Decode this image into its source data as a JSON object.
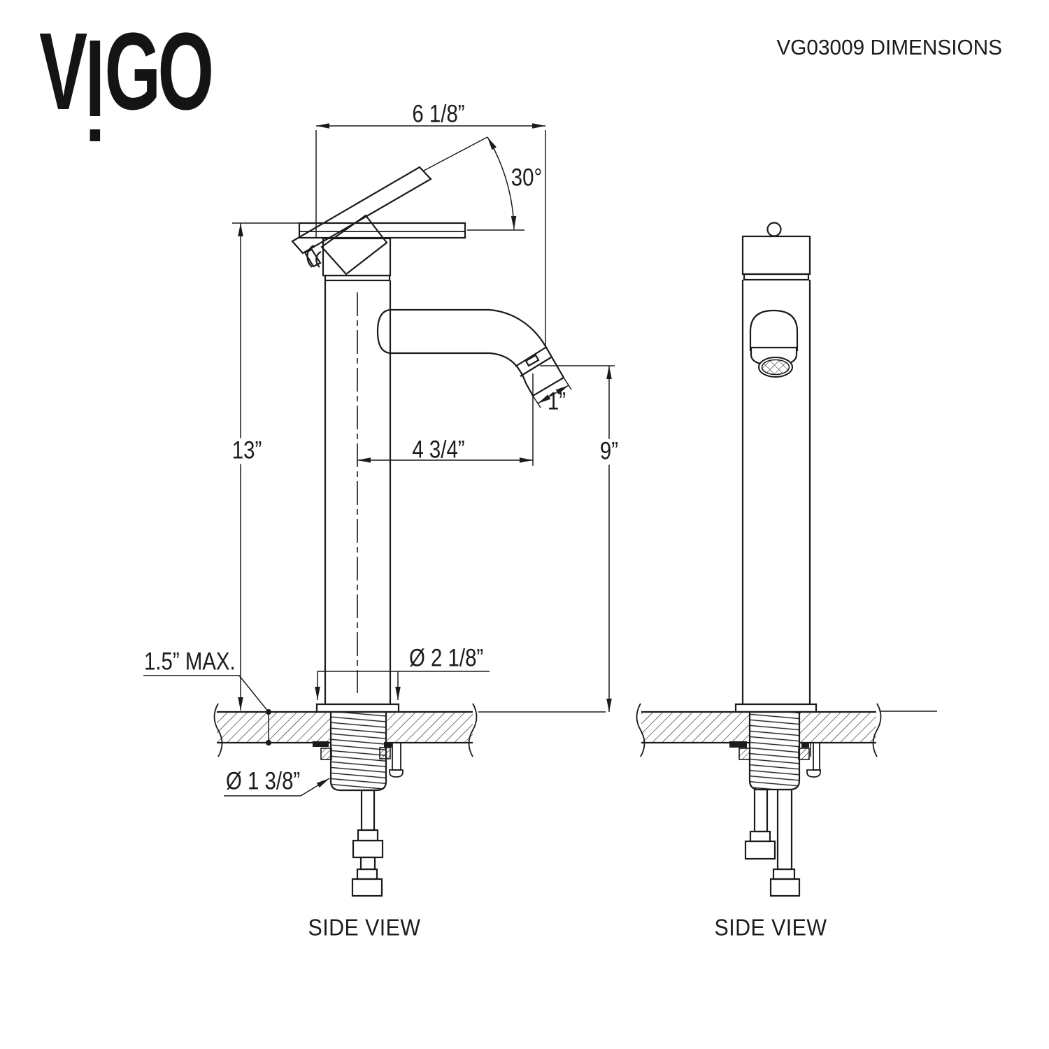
{
  "brand": {
    "name": "VIGO",
    "letter_v": "V",
    "letters_go": "GO"
  },
  "title": "VG03009 DIMENSIONS",
  "left_view": {
    "caption": "SIDE VIEW",
    "dimensions": {
      "spout_width_top": "6 1/8”",
      "handle_angle": "30°",
      "overall_height": "13”",
      "spout_reach": "4 3/4”",
      "spout_tip_diameter": "1”",
      "spout_height": "9”",
      "counter_thickness": "1.5” MAX.",
      "base_diameter": "Ø 2 1/8”",
      "mounting_hole_diameter": "Ø 1 3/8”"
    }
  },
  "right_view": {
    "caption": "SIDE VIEW"
  }
}
